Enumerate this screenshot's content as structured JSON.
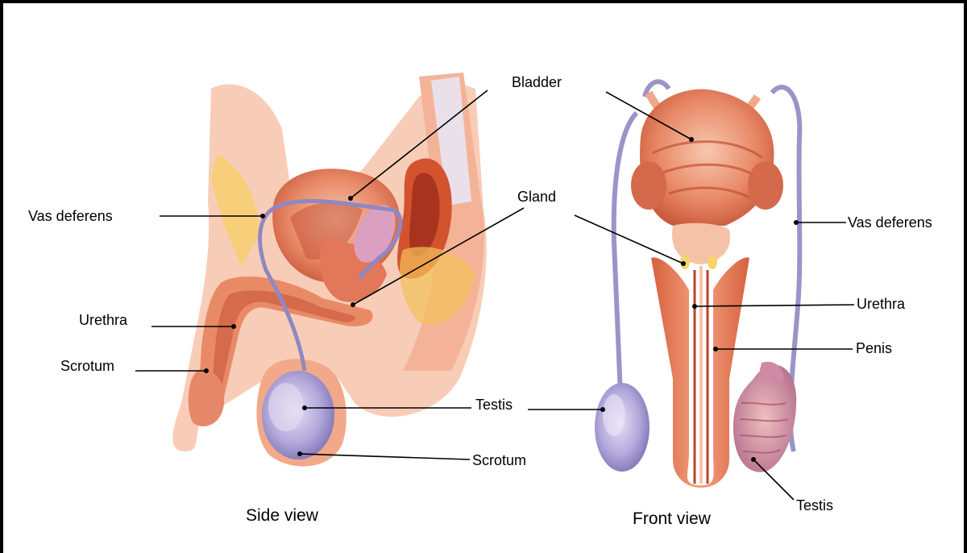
{
  "side_view": {
    "caption": "Side view",
    "labels": {
      "vas_deferens": "Vas deferens",
      "urethra": "Urethra",
      "scrotum_left": "Scrotum",
      "testis": "Testis",
      "scrotum_bottom": "Scrotum"
    }
  },
  "front_view": {
    "caption": "Front view",
    "labels": {
      "bladder": "Bladder",
      "gland": "Gland",
      "vas_deferens": "Vas deferens",
      "urethra": "Urethra",
      "penis": "Penis",
      "testis": "Testis"
    }
  },
  "colors": {
    "flesh": "#f2a98a",
    "tissue_dark": "#d9694a",
    "tissue_light": "#fbd3bf",
    "vas": "#9a94c8",
    "testis": "#b9b0dd",
    "yellow": "#f6cf6a",
    "line": "#000000"
  }
}
